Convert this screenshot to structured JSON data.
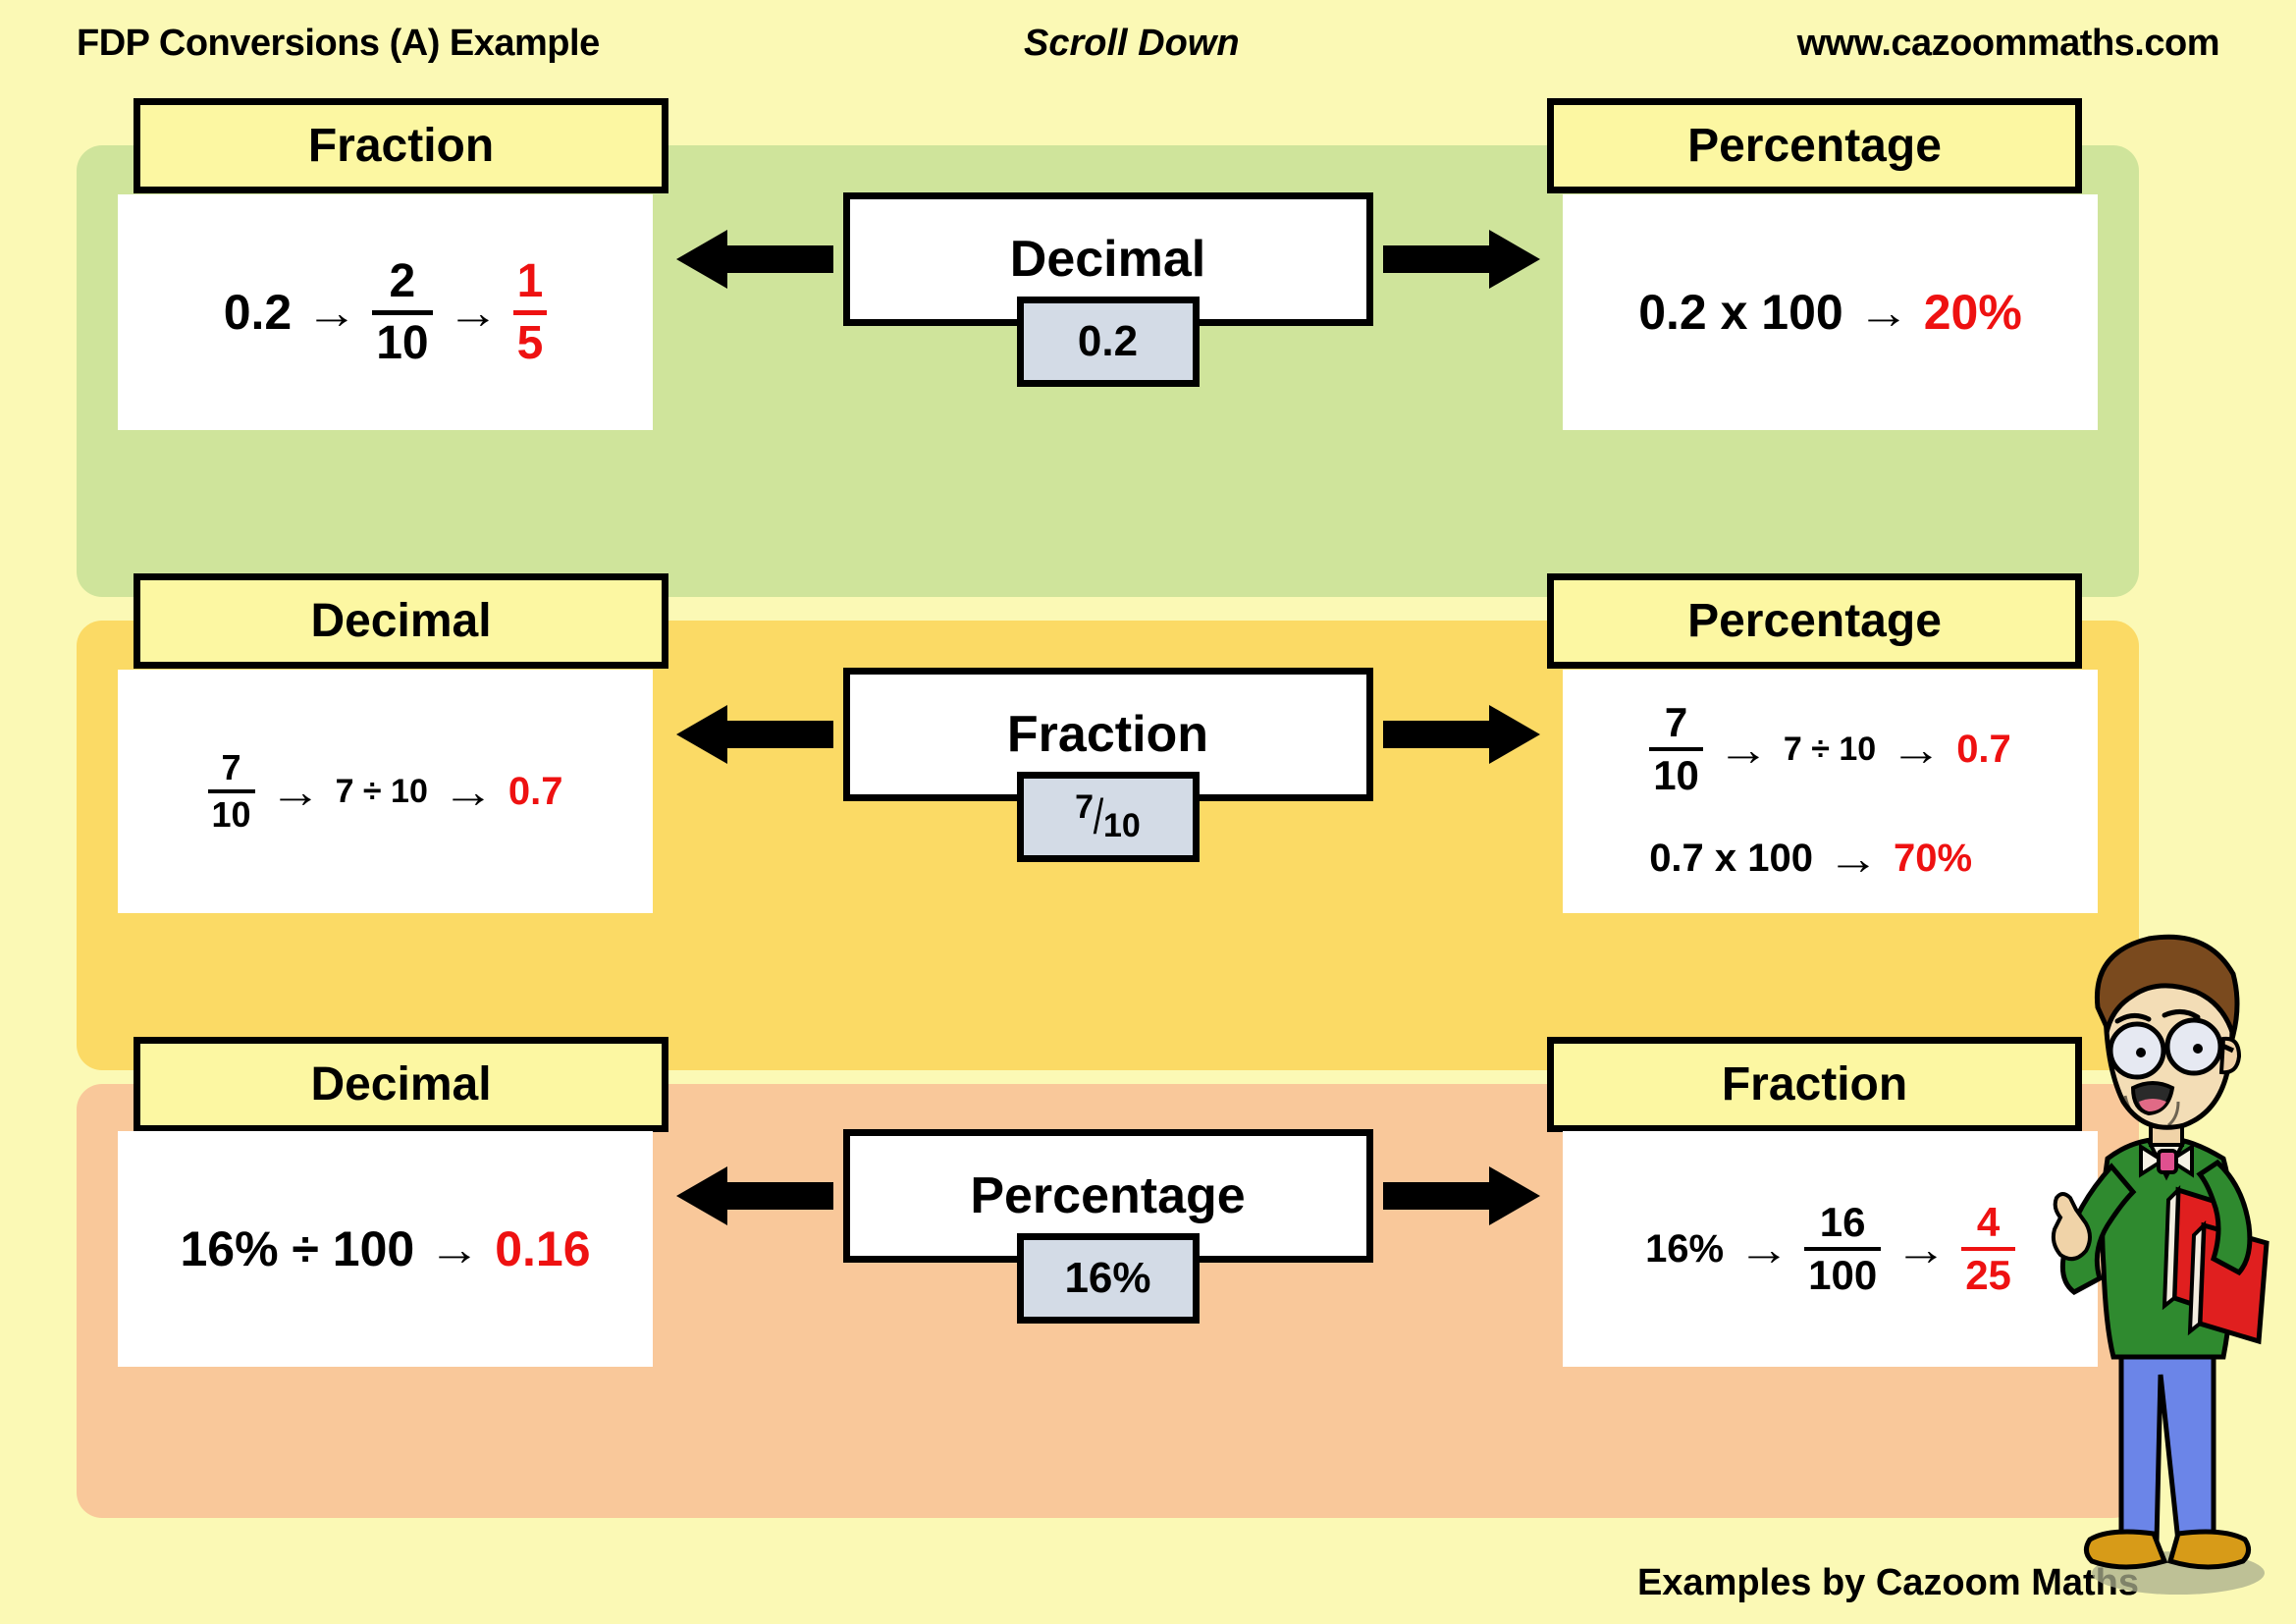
{
  "header": {
    "left_title": "FDP Conversions (A) Example",
    "center_note": "Scroll Down",
    "right_url": "www.cazoommaths.com"
  },
  "footer": {
    "credit": "Examples by Cazoom Maths"
  },
  "colors": {
    "page_background": "#fbf9b5",
    "row_green": "#cfe49b",
    "row_yellow": "#fbda65",
    "row_peach": "#f9c89a",
    "label_yellow": "#fcf7a2",
    "value_chip": "#d3dbe6",
    "answer_red": "#ee1111",
    "outline_black": "#000000"
  },
  "rows": [
    {
      "background_color": "#cfe49b",
      "left_heading": "Fraction",
      "right_heading": "Percentage",
      "hub_label": "Decimal",
      "hub_value": "0.2",
      "hub_value_kind": "plain",
      "left_expression": {
        "text": "0.2 → 2/10 → 1/5",
        "parts": [
          {
            "kind": "text",
            "value": "0.2",
            "color": "black",
            "size": "lg"
          },
          {
            "kind": "arrow"
          },
          {
            "kind": "fraction",
            "numerator": "2",
            "denominator": "10",
            "color": "black",
            "size": "lg"
          },
          {
            "kind": "arrow"
          },
          {
            "kind": "fraction",
            "numerator": "1",
            "denominator": "5",
            "color": "red",
            "size": "lg"
          }
        ]
      },
      "right_expressions": [
        {
          "text": "0.2 x 100 → 20%",
          "parts": [
            {
              "kind": "text",
              "value": "0.2 x 100",
              "color": "black",
              "size": "lg"
            },
            {
              "kind": "arrow"
            },
            {
              "kind": "text",
              "value": "20%",
              "color": "red",
              "size": "lg"
            }
          ]
        }
      ]
    },
    {
      "background_color": "#fbda65",
      "left_heading": "Decimal",
      "right_heading": "Percentage",
      "hub_label": "Fraction",
      "hub_value": "7/10",
      "hub_value_kind": "diagonal-fraction",
      "hub_value_numerator": "7",
      "hub_value_denominator": "10",
      "left_expression": {
        "text": "7/10 → 7 ÷ 10 → 0.7",
        "parts": [
          {
            "kind": "fraction",
            "numerator": "7",
            "denominator": "10",
            "color": "black",
            "size": "sm"
          },
          {
            "kind": "arrow"
          },
          {
            "kind": "text",
            "value": "7 ÷ 10",
            "color": "black",
            "size": "sm"
          },
          {
            "kind": "arrow"
          },
          {
            "kind": "text",
            "value": "0.7",
            "color": "red",
            "size": "md"
          }
        ]
      },
      "right_expressions": [
        {
          "text": "7/10 → 7 ÷ 10 → 0.7",
          "parts": [
            {
              "kind": "fraction",
              "numerator": "7",
              "denominator": "10",
              "color": "black",
              "size": "md"
            },
            {
              "kind": "arrow"
            },
            {
              "kind": "text",
              "value": "7 ÷ 10",
              "color": "black",
              "size": "sm"
            },
            {
              "kind": "arrow"
            },
            {
              "kind": "text",
              "value": "0.7",
              "color": "red",
              "size": "md"
            }
          ]
        },
        {
          "text": "0.7 x 100 → 70%",
          "parts": [
            {
              "kind": "text",
              "value": "0.7 x 100",
              "color": "black",
              "size": "md"
            },
            {
              "kind": "arrow"
            },
            {
              "kind": "text",
              "value": "70%",
              "color": "red",
              "size": "md"
            }
          ]
        }
      ]
    },
    {
      "background_color": "#f9c89a",
      "left_heading": "Decimal",
      "right_heading": "Fraction",
      "hub_label": "Percentage",
      "hub_value": "16%",
      "hub_value_kind": "plain",
      "left_expression": {
        "text": "16% ÷ 100 → 0.16",
        "parts": [
          {
            "kind": "text",
            "value": "16% ÷ 100",
            "color": "black",
            "size": "lg"
          },
          {
            "kind": "arrow"
          },
          {
            "kind": "text",
            "value": "0.16",
            "color": "red",
            "size": "lg"
          }
        ]
      },
      "right_expressions": [
        {
          "text": "16% → 16/100 → 4/25",
          "parts": [
            {
              "kind": "text",
              "value": "16%",
              "color": "black",
              "size": "md"
            },
            {
              "kind": "arrow"
            },
            {
              "kind": "fraction",
              "numerator": "16",
              "denominator": "100",
              "color": "black",
              "size": "md"
            },
            {
              "kind": "arrow"
            },
            {
              "kind": "fraction",
              "numerator": "4",
              "denominator": "25",
              "color": "red",
              "size": "md"
            }
          ]
        }
      ]
    }
  ],
  "icons": {
    "arrow_left": "left-arrow-icon",
    "arrow_right": "right-arrow-icon",
    "inline_arrow": "→",
    "character": "teacher-character-illustration"
  }
}
